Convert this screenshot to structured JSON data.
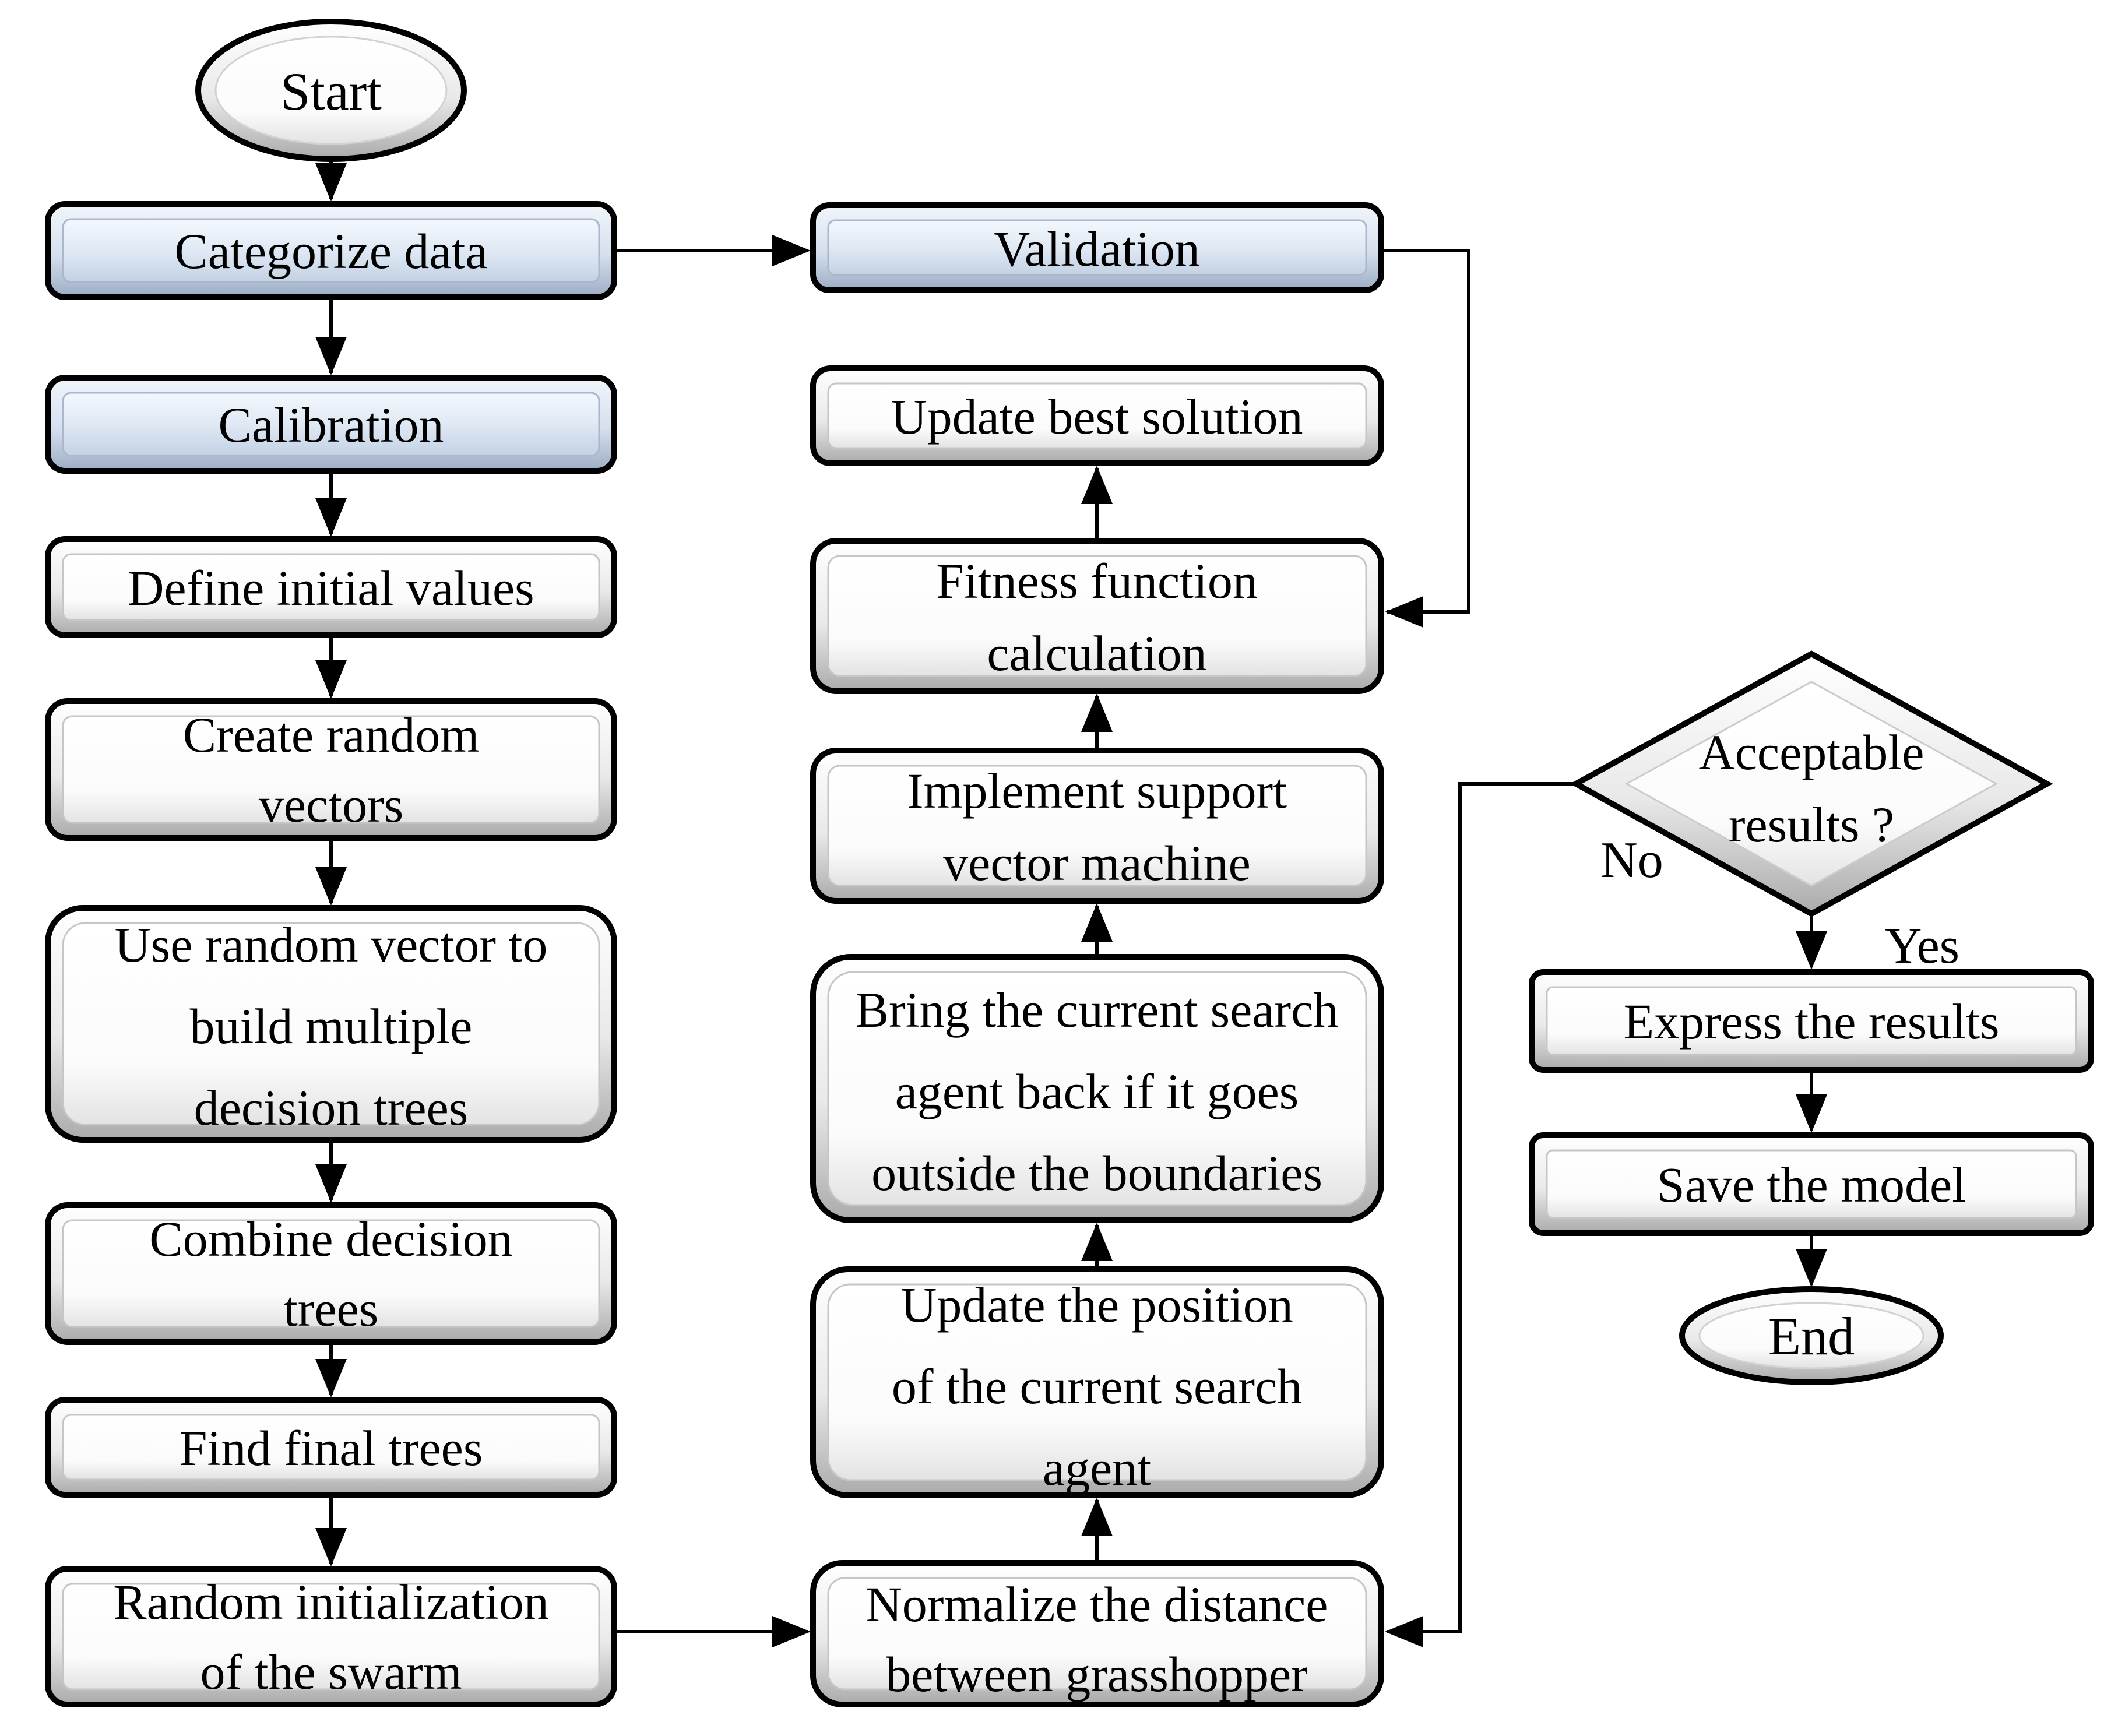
{
  "diagram": {
    "type": "flowchart",
    "nodes": {
      "start": {
        "type": "terminator",
        "label": "Start",
        "lines": [
          "Start"
        ]
      },
      "categorize_data": {
        "type": "process",
        "highlighted": true,
        "label": "Categorize data",
        "lines": [
          "Categorize data"
        ]
      },
      "calibration": {
        "type": "process",
        "highlighted": true,
        "label": "Calibration",
        "lines": [
          "Calibration"
        ]
      },
      "define_initial_values": {
        "type": "process",
        "label": "Define initial values",
        "lines": [
          "Define initial values"
        ]
      },
      "create_random_vectors": {
        "type": "process",
        "label": "Create random vectors",
        "lines": [
          "Create random",
          "vectors"
        ]
      },
      "use_random_vector": {
        "type": "process",
        "label": "Use random vector to build multiple decision trees",
        "lines": [
          "Use random vector to",
          "build multiple",
          "decision trees"
        ]
      },
      "combine_decision_trees": {
        "type": "process",
        "label": "Combine decision trees",
        "lines": [
          "Combine decision",
          "trees"
        ]
      },
      "find_final_trees": {
        "type": "process",
        "label": "Find final trees",
        "lines": [
          "Find final trees"
        ]
      },
      "random_initialization": {
        "type": "process",
        "label": "Random initialization of the swarm",
        "lines": [
          "Random initialization",
          "of the swarm"
        ]
      },
      "validation": {
        "type": "process",
        "highlighted": true,
        "label": "Validation",
        "lines": [
          "Validation"
        ]
      },
      "update_best_solution": {
        "type": "process",
        "label": "Update best solution",
        "lines": [
          "Update best solution"
        ]
      },
      "fitness_function_calculation": {
        "type": "process",
        "label": "Fitness function calculation",
        "lines": [
          "Fitness function",
          "calculation"
        ]
      },
      "implement_svm": {
        "type": "process",
        "label": "Implement support vector machine",
        "lines": [
          "Implement support",
          "vector machine"
        ]
      },
      "bring_agent_back": {
        "type": "process",
        "label": "Bring the current search agent back if it goes outside the boundaries",
        "lines": [
          "Bring the current search",
          "agent back if it goes",
          "outside the boundaries"
        ]
      },
      "update_position": {
        "type": "process",
        "label": "Update the position of the current search agent",
        "lines": [
          "Update the position",
          "of the current search",
          "agent"
        ]
      },
      "normalize_distance": {
        "type": "process",
        "label": "Normalize the distance between grasshopper",
        "lines": [
          "Normalize the distance",
          "between grasshopper"
        ]
      },
      "acceptable_results": {
        "type": "decision",
        "label": "Acceptable results ?",
        "lines": [
          "Acceptable",
          "results ?"
        ]
      },
      "express_results": {
        "type": "process",
        "label": "Express the results",
        "lines": [
          "Express the results"
        ]
      },
      "save_model": {
        "type": "process",
        "label": "Save the model",
        "lines": [
          "Save the model"
        ]
      },
      "end": {
        "type": "terminator",
        "label": "End",
        "lines": [
          "End"
        ]
      }
    },
    "edge_labels": {
      "no": "No",
      "yes": "Yes"
    },
    "edges": [
      {
        "from": "start",
        "to": "categorize_data"
      },
      {
        "from": "categorize_data",
        "to": "calibration"
      },
      {
        "from": "categorize_data",
        "to": "validation"
      },
      {
        "from": "calibration",
        "to": "define_initial_values"
      },
      {
        "from": "define_initial_values",
        "to": "create_random_vectors"
      },
      {
        "from": "create_random_vectors",
        "to": "use_random_vector"
      },
      {
        "from": "use_random_vector",
        "to": "combine_decision_trees"
      },
      {
        "from": "combine_decision_trees",
        "to": "find_final_trees"
      },
      {
        "from": "find_final_trees",
        "to": "random_initialization"
      },
      {
        "from": "random_initialization",
        "to": "normalize_distance"
      },
      {
        "from": "normalize_distance",
        "to": "update_position"
      },
      {
        "from": "update_position",
        "to": "bring_agent_back"
      },
      {
        "from": "bring_agent_back",
        "to": "implement_svm"
      },
      {
        "from": "implement_svm",
        "to": "fitness_function_calculation"
      },
      {
        "from": "fitness_function_calculation",
        "to": "update_best_solution"
      },
      {
        "from": "validation",
        "to": "fitness_function_calculation"
      },
      {
        "from": "acceptable_results",
        "to": "normalize_distance",
        "label": "No"
      },
      {
        "from": "acceptable_results",
        "to": "express_results",
        "label": "Yes"
      },
      {
        "from": "express_results",
        "to": "save_model"
      },
      {
        "from": "save_model",
        "to": "end"
      }
    ],
    "colors": {
      "highlight_fill": "#dce6f2",
      "process_fill": "#ffffff",
      "outline": "#000000",
      "background": "#ffffff"
    }
  }
}
